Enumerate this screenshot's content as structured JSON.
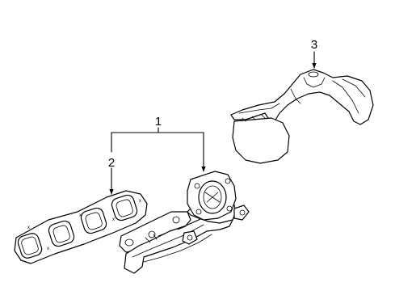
{
  "callouts": {
    "c1": "1",
    "c2": "2",
    "c3": "3"
  },
  "gasket_marks": {
    "m1": "x",
    "m2": "x",
    "m3": "x",
    "m4": "x",
    "m5": "x"
  },
  "parts": [
    {
      "callout": "1",
      "name": "exhaust-manifold"
    },
    {
      "callout": "2",
      "name": "manifold-gasket"
    },
    {
      "callout": "3",
      "name": "heat-shield"
    }
  ],
  "colors": {
    "line": "#000000",
    "background": "#ffffff"
  }
}
